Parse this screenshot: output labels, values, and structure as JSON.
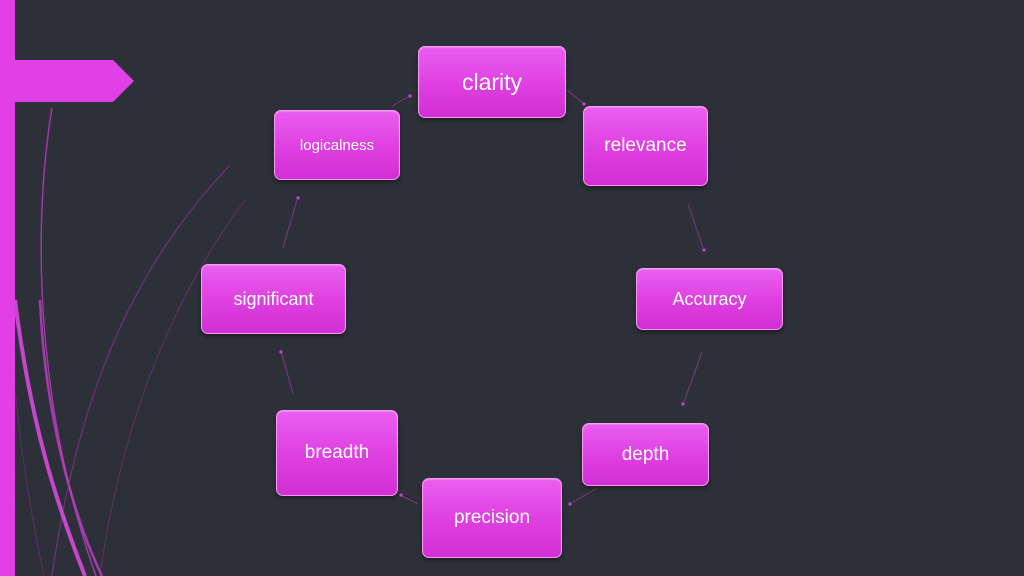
{
  "diagram": {
    "type": "cycle",
    "accent_color": "#e040e6",
    "nodes": [
      {
        "id": "clarity",
        "label": "clarity"
      },
      {
        "id": "relevance",
        "label": "relevance"
      },
      {
        "id": "accuracy",
        "label": "Accuracy"
      },
      {
        "id": "depth",
        "label": "depth"
      },
      {
        "id": "precision",
        "label": "precision"
      },
      {
        "id": "breadth",
        "label": "breadth"
      },
      {
        "id": "significant",
        "label": "significant"
      },
      {
        "id": "logicalness",
        "label": "logicalness"
      }
    ],
    "edges": [
      {
        "from": "clarity",
        "to": "relevance"
      },
      {
        "from": "relevance",
        "to": "accuracy"
      },
      {
        "from": "accuracy",
        "to": "depth"
      },
      {
        "from": "depth",
        "to": "precision"
      },
      {
        "from": "precision",
        "to": "breadth"
      },
      {
        "from": "breadth",
        "to": "significant"
      },
      {
        "from": "significant",
        "to": "logicalness"
      },
      {
        "from": "logicalness",
        "to": "clarity"
      }
    ]
  }
}
